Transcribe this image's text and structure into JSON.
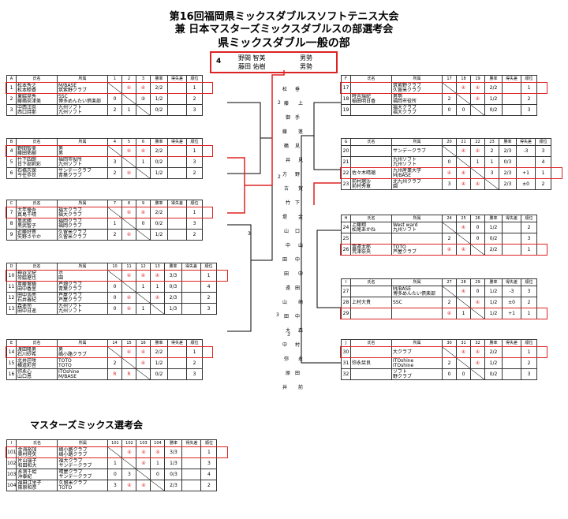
{
  "titles": {
    "line1": "第16回福岡県ミックスダブルスソフトテニス大会",
    "line2": "兼 日本マスターズミックスダブルスの部選考会",
    "line3": "県ミックスダブル一般の部",
    "masters": "マスターズミックス選考会"
  },
  "winner": {
    "seed": "4",
    "p1": "野間 智美",
    "p1_aff": "男勢",
    "p2": "藤田 佑樹",
    "p2_aff": "男勢"
  },
  "headers": {
    "name": "氏名",
    "aff": "所属",
    "rate": "勝率",
    "diff": "得失差",
    "rank": "順位"
  },
  "groups": [
    {
      "id": "A",
      "cols": [
        "1",
        "2",
        "3"
      ],
      "rows": [
        {
          "no": "1",
          "name": "松本秀之\n松本睦香",
          "aff": "M/BASE\n筑紫野クラブ",
          "c": [
            "",
            "④",
            "④"
          ],
          "rate": "2/2",
          "diff": "",
          "rank": "1"
        },
        {
          "no": "2",
          "name": "東脇晃秀\n藤嶋奈津美",
          "aff": "SSC\n博多めんたい倶楽部",
          "c": [
            "0",
            "",
            "②"
          ],
          "rate": "1/2",
          "diff": "",
          "rank": "2"
        },
        {
          "no": "3",
          "name": "中西汪奈\n西口詩那",
          "aff": "九州ソフト\n九州ソフト",
          "c": [
            "2",
            "1",
            ""
          ],
          "rate": "0/2",
          "diff": "",
          "rank": "3"
        }
      ]
    },
    {
      "id": "B",
      "cols": [
        "4",
        "5",
        "6"
      ],
      "rows": [
        {
          "no": "4",
          "name": "野間智美\n藤田佑樹",
          "aff": "男\n男",
          "c": [
            "",
            "④",
            "④"
          ],
          "rate": "2/2",
          "diff": "",
          "rank": "1"
        },
        {
          "no": "5",
          "name": "竹下四朗\n日下部莉彩",
          "aff": "福岡市役所\n九州ソフト",
          "c": [
            "3",
            "",
            "1"
          ],
          "rate": "0/2",
          "diff": "",
          "rank": "3"
        },
        {
          "no": "6",
          "name": "石橋志保\n今任歩世",
          "aff": "サンデークラブ\n青葉クラブ",
          "c": [
            "2",
            "④",
            ""
          ],
          "rate": "1/2",
          "diff": "",
          "rank": "2"
        }
      ]
    },
    {
      "id": "C",
      "cols": [
        "7",
        "8",
        "9"
      ],
      "rows": [
        {
          "no": "7",
          "name": "大年優吾\n真島千晴",
          "aff": "福大クラブ\n福大クラブ",
          "c": [
            "",
            "④",
            "④"
          ],
          "rate": "2/2",
          "diff": "",
          "rank": "1"
        },
        {
          "no": "8",
          "name": "黒武勝\n黒武智子",
          "aff": "福岡クラブ\n福岡クラブ",
          "c": [
            "1",
            "",
            "0"
          ],
          "rate": "0/2",
          "diff": "",
          "rank": "3"
        },
        {
          "no": "9",
          "name": "近藤好貴\n矢野さやか",
          "aff": "久留米クラブ\n久留米クラブ",
          "c": [
            "2",
            "④",
            ""
          ],
          "rate": "1/2",
          "diff": "",
          "rank": "2"
        }
      ]
    },
    {
      "id": "D",
      "cols": [
        "10",
        "11",
        "12",
        "13"
      ],
      "rows": [
        {
          "no": "10",
          "name": "神谷文紀\n常脇遼也",
          "aff": "ホ\n園",
          "c": [
            "",
            "④",
            "④",
            "④"
          ],
          "rate": "3/3",
          "diff": "",
          "rank": "1"
        },
        {
          "no": "11",
          "name": "斎藤鷲楠\n田中香里",
          "aff": "芦畑クラブ\n青葉クラブ",
          "c": [
            "0",
            "",
            "1",
            "1"
          ],
          "rate": "0/3",
          "diff": "",
          "rank": "4"
        },
        {
          "no": "12",
          "name": "田中浩亮\n石井善紀",
          "aff": "芦屋クラブ\n芦屋クラブ",
          "c": [
            "0",
            "④",
            "",
            "④"
          ],
          "rate": "2/3",
          "diff": "",
          "rank": "2"
        },
        {
          "no": "13",
          "name": "森遥司\n田中日遥",
          "aff": "九州ソフト\n九州ソフト",
          "c": [
            "0",
            "④",
            "1",
            ""
          ],
          "rate": "1/3",
          "diff": "",
          "rank": "3"
        }
      ]
    },
    {
      "id": "E",
      "cols": [
        "14",
        "15",
        "16"
      ],
      "rows": [
        {
          "no": "14",
          "name": "渡田隆男\n石川紗希",
          "aff": "男\n嶋小路クラブ",
          "c": [
            "",
            "④",
            "④"
          ],
          "rate": "2/2",
          "diff": "",
          "rank": "1"
        },
        {
          "no": "15",
          "name": "北井荘咲\n横道彩音",
          "aff": "TOTO\nTOTO",
          "c": [
            "2",
            "",
            "④"
          ],
          "rate": "1/2",
          "diff": "",
          "rank": "2"
        },
        {
          "no": "16",
          "name": "弥永心\n山口恩",
          "aff": "ITOshine\nM/BASE",
          "c": [
            "R",
            "R",
            ""
          ],
          "rate": "0/2",
          "diff": "",
          "rank": "3"
        }
      ]
    },
    {
      "id": "F",
      "cols": [
        "17",
        "18",
        "19"
      ],
      "rows": [
        {
          "no": "17",
          "name": "",
          "aff": "筑紫野クラブ\n久留米クラブ",
          "c": [
            "",
            "④",
            "④"
          ],
          "rate": "2/2",
          "diff": "",
          "rank": "1"
        },
        {
          "no": "18",
          "name": "時吉瑞紀\n稲田明日香",
          "aff": "男勢\n福岡市役所",
          "c": [
            "2",
            "",
            "④"
          ],
          "rate": "1/2",
          "diff": "",
          "rank": "2"
        },
        {
          "no": "19",
          "name": "",
          "aff": "福大クラブ\n福大クラブ",
          "c": [
            "0",
            "0",
            ""
          ],
          "rate": "0/2",
          "diff": "",
          "rank": "3"
        }
      ]
    },
    {
      "id": "G",
      "cols": [
        "20",
        "21",
        "22",
        "23"
      ],
      "rows": [
        {
          "no": "20",
          "name": "",
          "aff": "サンデークラブ",
          "c": [
            "",
            "④",
            "④",
            "2"
          ],
          "rate": "2/3",
          "diff": "-3",
          "rank": "3"
        },
        {
          "no": "21",
          "name": "",
          "aff": "九州ソフト\n九州ソフト",
          "c": [
            "0",
            "",
            "1",
            "1"
          ],
          "rate": "0/3",
          "diff": "",
          "rank": "4"
        },
        {
          "no": "22",
          "name": "佐々木晴瑠\n",
          "aff": "九州産業大学\nM/BASE",
          "c": [
            "④",
            "④",
            "",
            "3"
          ],
          "rate": "2/3",
          "diff": "+1",
          "rank": "1"
        },
        {
          "no": "23",
          "name": "前村瑠沙\n前村秀章",
          "aff": "北九州クラブ\n園",
          "c": [
            "3",
            "④",
            "④",
            ""
          ],
          "rate": "2/3",
          "diff": "±0",
          "rank": "2"
        }
      ]
    },
    {
      "id": "H",
      "cols": [
        "24",
        "25",
        "26"
      ],
      "rows": [
        {
          "no": "24",
          "name": "上藤翔\n松尾あかね",
          "aff": "West ward\n九州ソフト",
          "c": [
            "",
            "④",
            "0"
          ],
          "rate": "1/2",
          "diff": "",
          "rank": "2"
        },
        {
          "no": "25",
          "name": "",
          "aff": "",
          "c": [
            "2",
            "",
            "0"
          ],
          "rate": "0/2",
          "diff": "",
          "rank": "3"
        },
        {
          "no": "26",
          "name": "冨遠太郎\n荒津奈央",
          "aff": "TOTO\n芦屋クラブ",
          "c": [
            "④",
            "④",
            ""
          ],
          "rate": "2/2",
          "diff": "",
          "rank": "1"
        }
      ]
    },
    {
      "id": "I",
      "cols": [
        "27",
        "28",
        "29"
      ],
      "rows": [
        {
          "no": "27",
          "name": "",
          "aff": "M/BASE\n博多めんたい倶楽部",
          "c": [
            "",
            "④",
            "0"
          ],
          "rate": "1/2",
          "diff": "-3",
          "rank": "3"
        },
        {
          "no": "28",
          "name": "上村大貴",
          "aff": "SSC",
          "c": [
            "2",
            "",
            "④"
          ],
          "rate": "1/2",
          "diff": "±0",
          "rank": "2"
        },
        {
          "no": "29",
          "name": "",
          "aff": "",
          "c": [
            "④",
            "1",
            ""
          ],
          "rate": "1/2",
          "diff": "+1",
          "rank": "1"
        }
      ]
    },
    {
      "id": "J",
      "cols": [
        "30",
        "31",
        "32"
      ],
      "rows": [
        {
          "no": "30",
          "name": "",
          "aff": "大クラブ\n",
          "c": [
            "",
            "④",
            "④"
          ],
          "rate": "2/2",
          "diff": "",
          "rank": "1"
        },
        {
          "no": "31",
          "name": "弥永栞良",
          "aff": "ITOshine\nITOshine",
          "c": [
            "2",
            "",
            "④"
          ],
          "rate": "1/2",
          "diff": "",
          "rank": "2"
        },
        {
          "no": "32",
          "name": "",
          "aff": "ソフト\n野クラブ",
          "c": [
            "0",
            "0",
            ""
          ],
          "rate": "0/2",
          "diff": "",
          "rank": "3"
        }
      ]
    },
    {
      "id": "I",
      "cols": [
        "101",
        "102",
        "103",
        "104"
      ],
      "rows": [
        {
          "no": "101",
          "name": "金海裕加\n奥村陸矢",
          "aff": "嶋小路クラブ\n嶋小路クラブ",
          "c": [
            "",
            "④",
            "④",
            "④"
          ],
          "rate": "3/3",
          "diff": "",
          "rank": "1"
        },
        {
          "no": "102",
          "name": "片山瑞子\n和田和大",
          "aff": "福大クラブ\nサンデークラブ",
          "c": [
            "1",
            "",
            "④",
            "1"
          ],
          "rate": "1/3",
          "diff": "",
          "rank": "3"
        },
        {
          "no": "103",
          "name": "永渕千絵\n沖泰紀",
          "aff": "晴屋クラブ\nサンデークラブ",
          "c": [
            "0",
            "3",
            "",
            "0"
          ],
          "rate": "0/3",
          "diff": "",
          "rank": "4"
        },
        {
          "no": "104",
          "name": "福田江里子\n篠原和彦",
          "aff": "久留米クラブ\nTOTO",
          "c": [
            "3",
            "④",
            "④",
            ""
          ],
          "rate": "2/3",
          "diff": "",
          "rank": "2"
        }
      ]
    }
  ],
  "bracket_labels": {
    "l2a": "2",
    "l2b": "2",
    "l3a": "3",
    "l3b": "3",
    "l3c": "3",
    "left_names": [
      "松",
      "藤",
      "御",
      "藤",
      "鶴",
      "井",
      "方",
      "古",
      "竹",
      "堤",
      "山",
      "中",
      "田",
      "田",
      "遠",
      "山",
      "田",
      "大",
      "中",
      "弥",
      "原",
      "井"
    ],
    "right_names": [
      "垂",
      "上",
      "手",
      "蓬",
      "見",
      "見",
      "野",
      "賀",
      "下",
      "金",
      "口",
      "山",
      "中",
      "中",
      "田",
      "崎",
      "中",
      "森",
      "村",
      "永",
      "田",
      "前"
    ]
  }
}
